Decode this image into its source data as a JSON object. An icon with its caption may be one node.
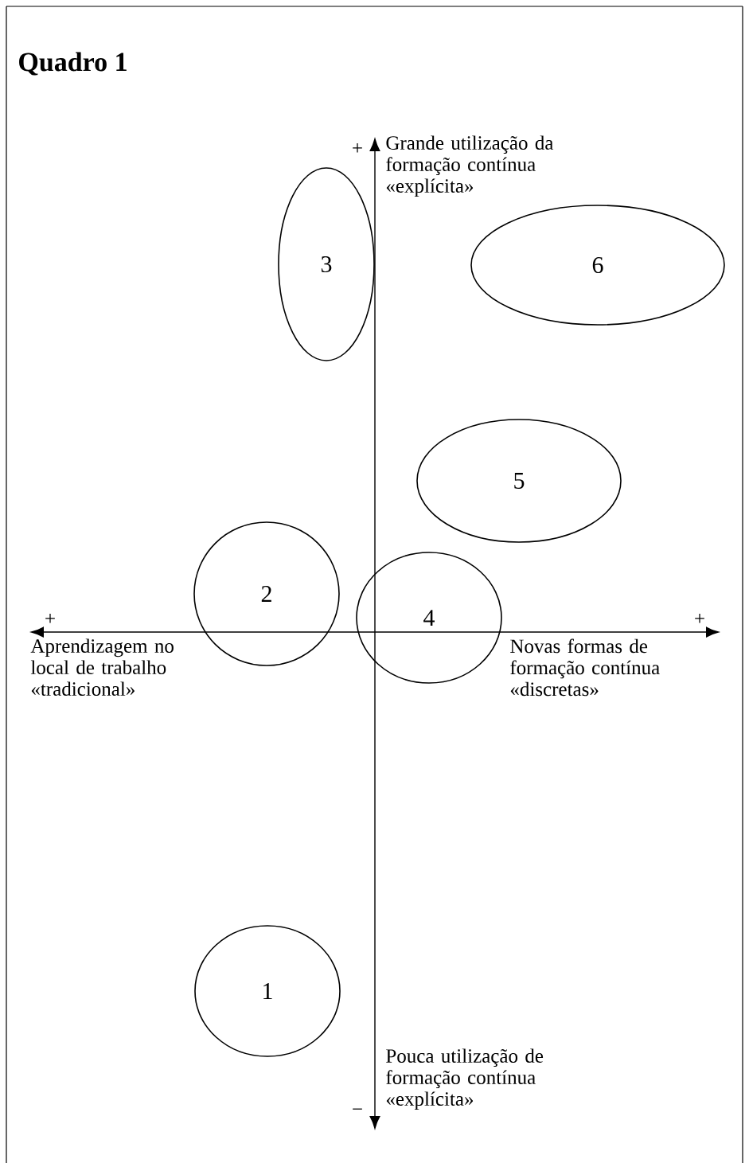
{
  "diagram": {
    "title": "Quadro 1",
    "nodes": [
      {
        "text": [
          "3"
        ]
      },
      {
        "text": [
          "6"
        ]
      },
      {
        "text": [
          "5"
        ]
      },
      {
        "text": [
          "2"
        ]
      },
      {
        "text": [
          "4"
        ]
      },
      {
        "text": [
          "1"
        ]
      }
    ],
    "edges": [],
    "labels": [
      "+",
      "Grande utilização da formação contínua «explícita»",
      "+",
      "+",
      "Aprendizagem no local de trabalho «tradicional»",
      "Novas formas de formação contínua «discretas»",
      "Pouca utilização de formação contínua «explícita»",
      "−"
    ]
  }
}
